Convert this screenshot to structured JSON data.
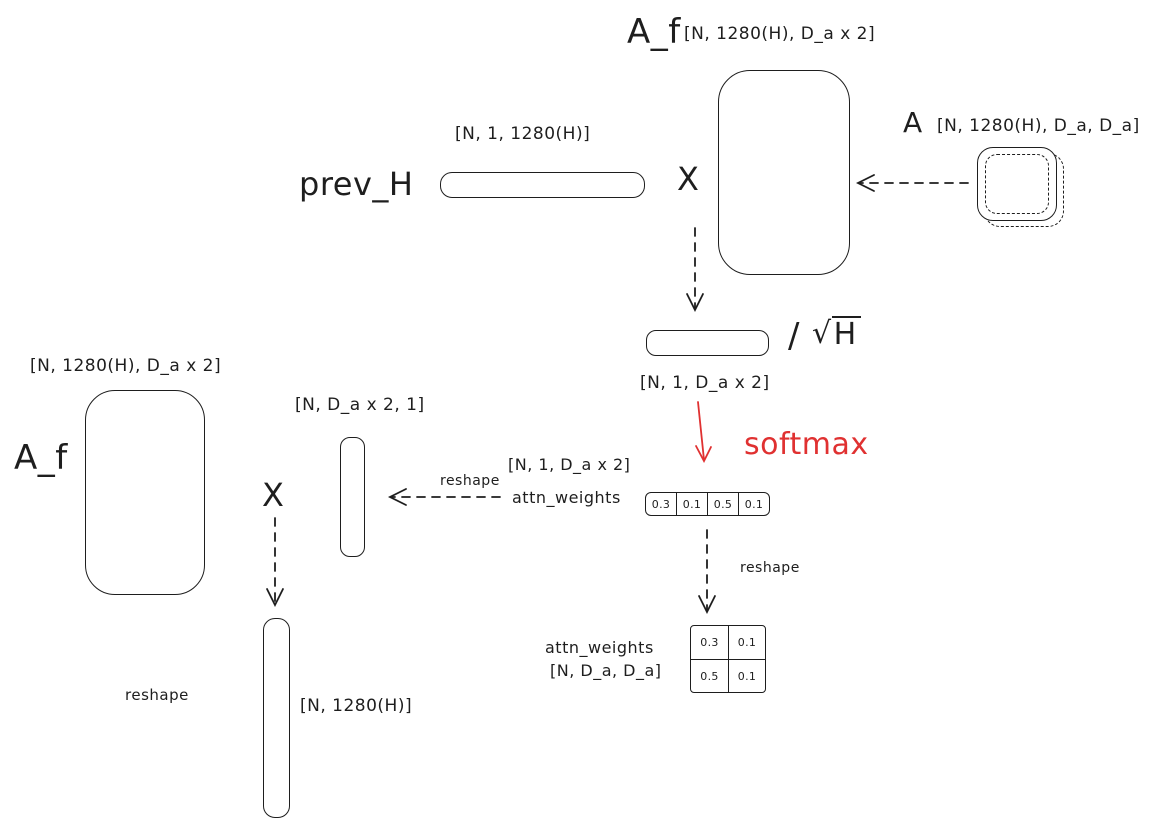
{
  "canvas": {
    "background": "#ffffff",
    "ink": "#1e1e1e",
    "accent_red": "#e03131"
  },
  "top": {
    "af_label": "A_f",
    "af_shape": "[N, 1280(H), D_a x 2]",
    "prev_h_label": "prev_H",
    "prev_h_shape": "[N, 1, 1280(H)]",
    "multiply": "X",
    "a_label": "A",
    "a_shape": "[N, 1280(H), D_a, D_a]",
    "divide": {
      "slash": "/",
      "root": "√",
      "radicand": "H"
    },
    "result_shape": "[N, 1, D_a x 2]",
    "softmax_label": "softmax"
  },
  "middle": {
    "attn_shape": "[N, 1, D_a x 2]",
    "attn_label": "attn_weights",
    "attn_values": [
      "0.3",
      "0.1",
      "0.5",
      "0.1"
    ],
    "reshape_label": "reshape",
    "colvec_shape": "[N, D_a x 2, 1]",
    "multiply": "X",
    "af_label": "A_f",
    "af_shape": "[N, 1280(H), D_a x 2]",
    "reshape_down_label": "reshape",
    "output_shape": "[N, 1280(H)]"
  },
  "bottom": {
    "reshape_label": "reshape",
    "attn_label": "attn_weights",
    "attn_shape": "[N, D_a, D_a]",
    "matrix": [
      [
        "0.3",
        "0.1"
      ],
      [
        "0.5",
        "0.1"
      ]
    ]
  }
}
